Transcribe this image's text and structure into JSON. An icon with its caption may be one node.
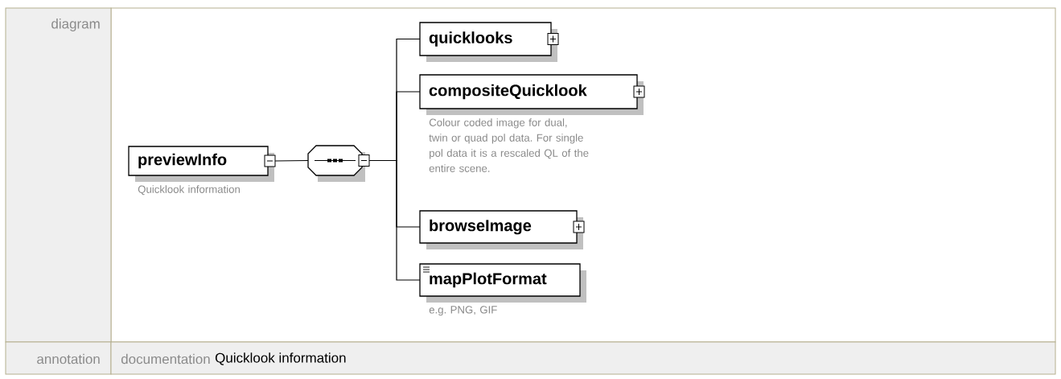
{
  "diagram": {
    "nodes": [
      {
        "text": [
          "previewInfo"
        ],
        "beside": [
          "Quicklook information"
        ]
      },
      {
        "text": [],
        "shape": "octagon"
      },
      {
        "text": [
          "quicklooks"
        ]
      },
      {
        "text": [
          "compositeQuicklook"
        ],
        "beside": [
          "Colour coded image for dual, twin or quad pol data. For single pol data it is a rescaled QL of the entire scene."
        ]
      },
      {
        "text": [
          "browseImage"
        ]
      },
      {
        "text": [
          "mapPlotFormat"
        ],
        "beside": [
          "e.g. PNG, GIF"
        ]
      }
    ],
    "edges": [
      {
        "from": 0,
        "to": 1,
        "arrow": "none"
      },
      {
        "from": 1,
        "to": 2,
        "arrow": "none"
      },
      {
        "from": 1,
        "to": 3,
        "arrow": "none"
      },
      {
        "from": 1,
        "to": 4,
        "arrow": "none"
      },
      {
        "from": 1,
        "to": 5,
        "arrow": "none"
      }
    ],
    "labels": [
      "diagram",
      "annotation",
      "documentation",
      "Quicklook information"
    ]
  }
}
